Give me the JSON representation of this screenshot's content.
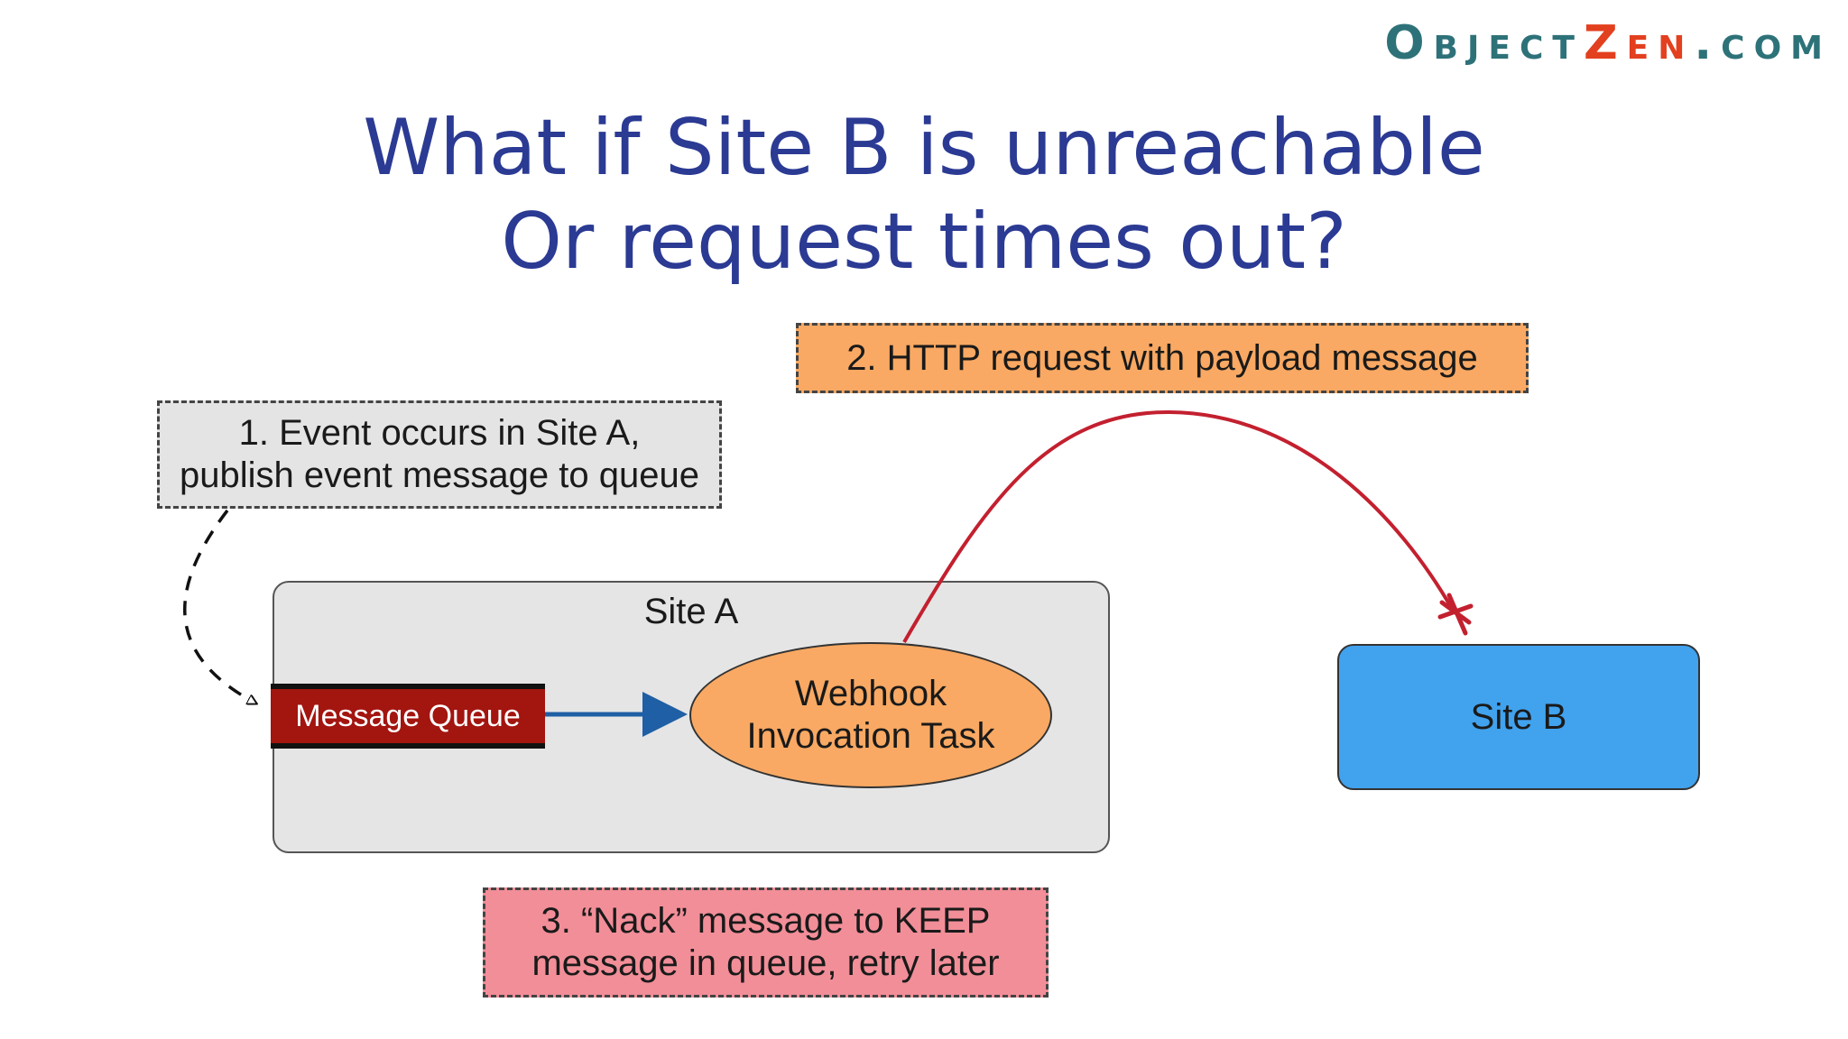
{
  "logo": {
    "part_a": "Object",
    "part_b": "Zen",
    "part_c": ".com"
  },
  "title": {
    "line1": "What if Site B is unreachable",
    "line2": "Or request times out?"
  },
  "notes": {
    "step1": {
      "line1": "1. Event occurs in Site A,",
      "line2": "publish event message to queue"
    },
    "step2": {
      "line1": "2. HTTP request with payload message"
    },
    "step3": {
      "line1": "3. “Nack” message to KEEP",
      "line2": "message in queue, retry later"
    }
  },
  "site_a": {
    "label": "Site A",
    "queue_label": "Message Queue",
    "task_line1": "Webhook",
    "task_line2": "Invocation Task"
  },
  "site_b": {
    "label": "Site B"
  },
  "colors": {
    "title": "#2b3a93",
    "logo_teal": "#2e7279",
    "logo_red": "#e2401f",
    "note1_bg": "#e4e4e4",
    "note2_bg": "#f9a963",
    "note3_bg": "#f28e98",
    "queue_bg": "#a3150f",
    "task_bg": "#f9a963",
    "site_b_bg": "#41a2ed",
    "http_arc": "#c3202f",
    "queue_arrow": "#1f5fa5"
  }
}
